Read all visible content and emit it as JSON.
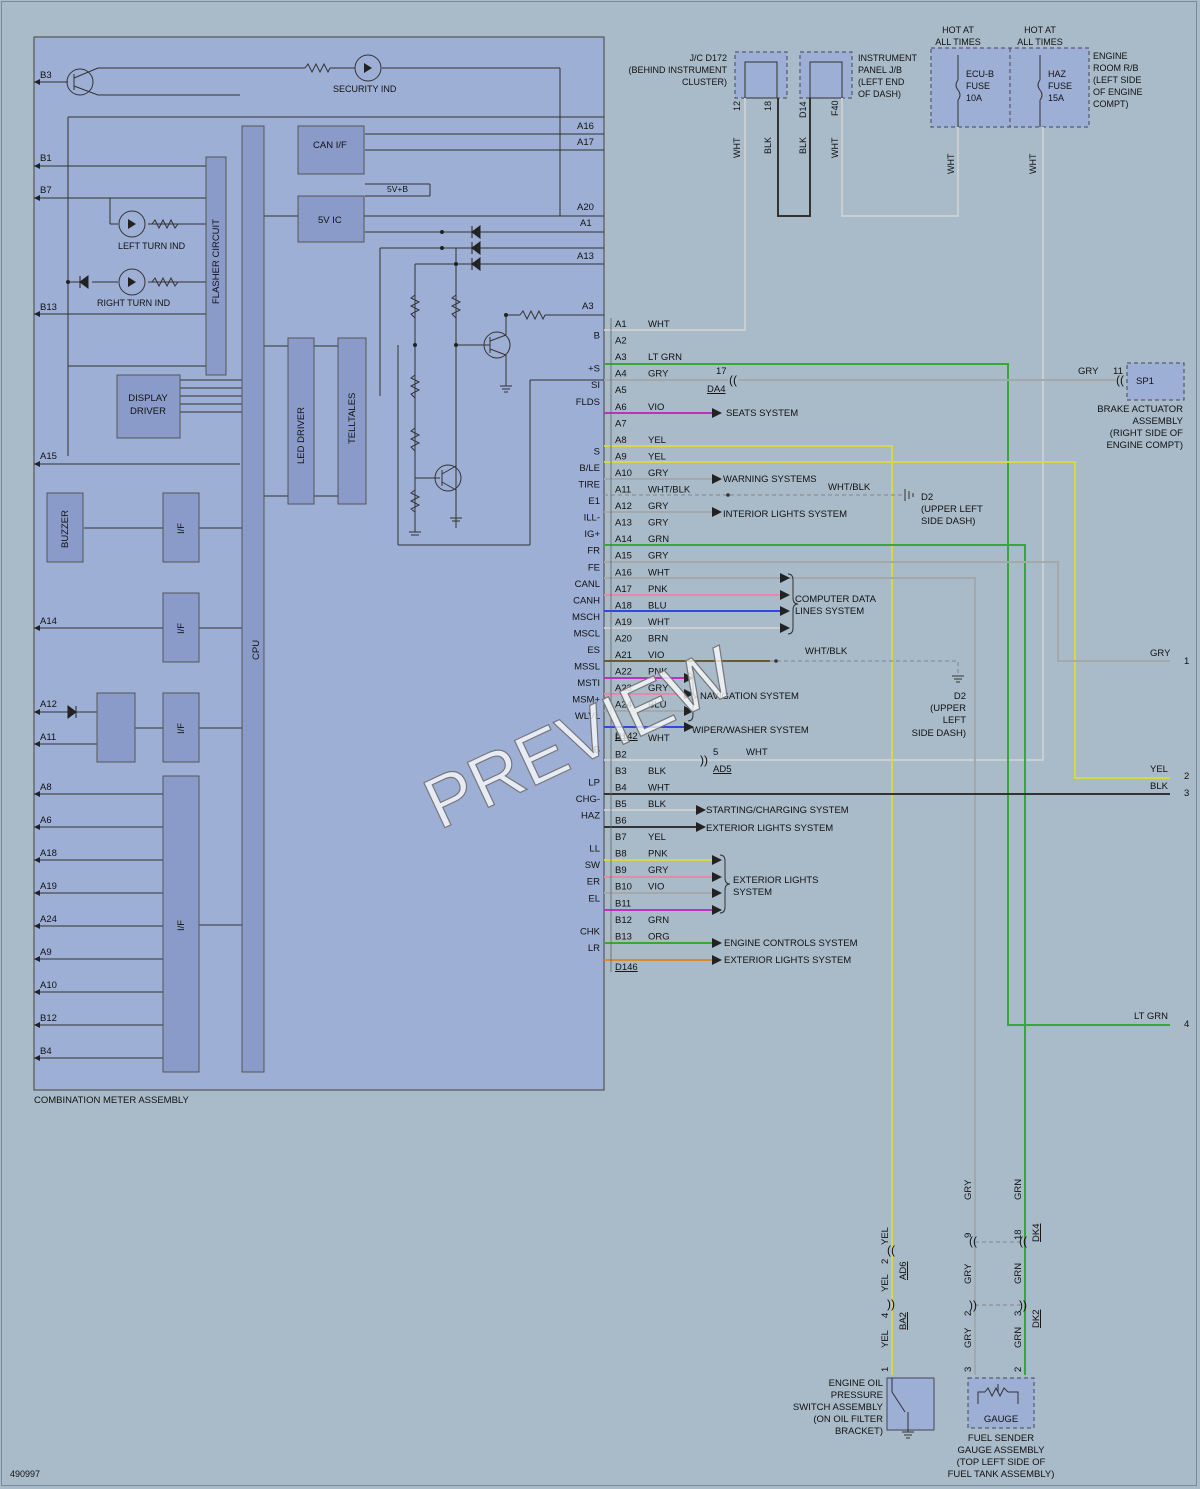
{
  "diagram_id": "490997",
  "watermark": "PREVIEW",
  "meter": {
    "title": "COMBINATION METER ASSEMBLY",
    "blocks": {
      "can_if": "CAN I/F",
      "ic_5v": "5V IC",
      "five_v_b": "5V+B",
      "flasher": "FLASHER CIRCUIT",
      "display_driver": "DISPLAY DRIVER",
      "led_driver": "LED DRIVER",
      "telltales": "TELLTALES",
      "buzzer": "BUZZER",
      "cpu": "CPU",
      "if": "I/F",
      "security": "SECURITY IND",
      "left_turn": "LEFT TURN IND",
      "right_turn": "RIGHT TURN IND"
    },
    "left_pins": [
      "B3",
      "B1",
      "B7",
      "B13",
      "A15",
      "A14",
      "A12",
      "A11",
      "A8",
      "A6",
      "A18",
      "A19",
      "A24",
      "A9",
      "A10",
      "B12",
      "B4"
    ],
    "top_internal_pins": [
      "A16",
      "A17",
      "A20",
      "A1",
      "A13",
      "A3"
    ]
  },
  "right_pins": [
    {
      "sig": "",
      "pin": "A1",
      "wire": "WHT",
      "dest": ""
    },
    {
      "sig": "B",
      "pin": "A2",
      "wire": "",
      "dest": ""
    },
    {
      "sig": "",
      "pin": "A3",
      "wire": "LT GRN",
      "dest": ""
    },
    {
      "sig": "+S",
      "pin": "A4",
      "wire": "GRY",
      "dest": ""
    },
    {
      "sig": "SI",
      "pin": "A5",
      "wire": "",
      "dest": ""
    },
    {
      "sig": "FLDS",
      "pin": "A6",
      "wire": "VIO",
      "dest": "SEATS SYSTEM"
    },
    {
      "sig": "",
      "pin": "A7",
      "wire": "",
      "dest": ""
    },
    {
      "sig": "",
      "pin": "A8",
      "wire": "YEL",
      "dest": ""
    },
    {
      "sig": "S",
      "pin": "A9",
      "wire": "YEL",
      "dest": ""
    },
    {
      "sig": "B/LE",
      "pin": "A10",
      "wire": "GRY",
      "dest": "WARNING SYSTEMS"
    },
    {
      "sig": "TIRE",
      "pin": "A11",
      "wire": "WHT/BLK",
      "dest": ""
    },
    {
      "sig": "E1",
      "pin": "A12",
      "wire": "GRY",
      "dest": "INTERIOR LIGHTS SYSTEM"
    },
    {
      "sig": "ILL-",
      "pin": "A13",
      "wire": "GRY",
      "dest": ""
    },
    {
      "sig": "IG+",
      "pin": "A14",
      "wire": "GRN",
      "dest": ""
    },
    {
      "sig": "FR",
      "pin": "A15",
      "wire": "GRY",
      "dest": ""
    },
    {
      "sig": "FE",
      "pin": "A16",
      "wire": "WHT",
      "dest": ""
    },
    {
      "sig": "CANL",
      "pin": "A17",
      "wire": "PNK",
      "dest": ""
    },
    {
      "sig": "CANH",
      "pin": "A18",
      "wire": "BLU",
      "dest": ""
    },
    {
      "sig": "MSCH",
      "pin": "A19",
      "wire": "WHT",
      "dest": ""
    },
    {
      "sig": "MSCL",
      "pin": "A20",
      "wire": "BRN",
      "dest": ""
    },
    {
      "sig": "ES",
      "pin": "A21",
      "wire": "VIO",
      "dest": ""
    },
    {
      "sig": "MSSL",
      "pin": "A22",
      "wire": "PNK",
      "dest": ""
    },
    {
      "sig": "MSTI",
      "pin": "A23",
      "wire": "GRY",
      "dest": "NAVIGATION SYSTEM"
    },
    {
      "sig": "MSM+",
      "pin": "A24",
      "wire": "BLU",
      "dest": ""
    },
    {
      "sig": "WLVL",
      "pin": "",
      "wire": "",
      "dest": "WIPER/WASHER SYSTEM"
    },
    {
      "sig": "",
      "pin": "B1",
      "wire": "WHT",
      "dest": ""
    },
    {
      "sig": "B",
      "pin": "B2",
      "wire": "",
      "dest": ""
    },
    {
      "sig": "",
      "pin": "B3",
      "wire": "BLK",
      "dest": ""
    },
    {
      "sig": "LP",
      "pin": "B4",
      "wire": "WHT",
      "dest": "STARTING/CHARGING SYSTEM"
    },
    {
      "sig": "CHG-",
      "pin": "B5",
      "wire": "BLK",
      "dest": "EXTERIOR LIGHTS SYSTEM"
    },
    {
      "sig": "HAZ",
      "pin": "B6",
      "wire": "",
      "dest": ""
    },
    {
      "sig": "",
      "pin": "B7",
      "wire": "YEL",
      "dest": ""
    },
    {
      "sig": "LL",
      "pin": "B8",
      "wire": "PNK",
      "dest": ""
    },
    {
      "sig": "SW",
      "pin": "B9",
      "wire": "GRY",
      "dest": ""
    },
    {
      "sig": "ER",
      "pin": "B10",
      "wire": "VIO",
      "dest": ""
    },
    {
      "sig": "EL",
      "pin": "B11",
      "wire": "",
      "dest": ""
    },
    {
      "sig": "",
      "pin": "B12",
      "wire": "GRN",
      "dest": "ENGINE CONTROLS SYSTEM"
    },
    {
      "sig": "CHK",
      "pin": "B13",
      "wire": "ORG",
      "dest": "EXTERIOR LIGHTS SYSTEM"
    },
    {
      "sig": "LR",
      "pin": "",
      "wire": "",
      "dest": ""
    }
  ],
  "connectors": {
    "d142": "D142",
    "d146": "D146",
    "da4": "DA4",
    "da4_pin": "17",
    "ad5": "AD5",
    "ad5_pin": "5",
    "ad5_wire": "WHT"
  },
  "grouped_labels": {
    "computer_data": "COMPUTER DATA LINES SYSTEM",
    "exterior_lights": "EXTERIOR LIGHTS SYSTEM"
  },
  "ground_points": [
    {
      "id": "D2",
      "desc": "(UPPER LEFT SIDE DASH)",
      "wire": "WHT/BLK"
    },
    {
      "id": "D2",
      "desc": "(UPPER LEFT SIDE DASH)",
      "wire": "WHT/BLK"
    }
  ],
  "top": {
    "jc": {
      "name": "J/C D172",
      "desc": "(BEHIND INSTRUMENT CLUSTER)",
      "pins": [
        "12",
        "18"
      ],
      "wires": [
        "WHT",
        "BLK"
      ]
    },
    "ipjb": {
      "name": "INSTRUMENT PANEL J/B",
      "desc": "(LEFT END OF DASH)",
      "pins": [
        "D14",
        "F40"
      ],
      "wires": [
        "BLK",
        "WHT"
      ]
    },
    "hot": "HOT AT ALL TIMES",
    "ecu_fuse": {
      "name": "ECU-B",
      "type": "FUSE",
      "rating": "10A",
      "wire": "WHT"
    },
    "haz_fuse": {
      "name": "HAZ",
      "type": "FUSE",
      "rating": "15A",
      "wire": "WHT"
    },
    "engine_rb": "ENGINE ROOM R/B (LEFT SIDE OF ENGINE COMPT)"
  },
  "brake_actuator": {
    "conn": "SP1",
    "pin": "11",
    "wire": "GRY",
    "name": "BRAKE ACTUATOR ASSEMBLY",
    "desc": "(RIGHT SIDE OF ENGINE COMPT)"
  },
  "right_edge_refs": [
    {
      "wire": "GRY",
      "num": "1"
    },
    {
      "wire": "YEL",
      "num": "2"
    },
    {
      "wire": "BLK",
      "num": "3"
    },
    {
      "wire": "LT GRN",
      "num": "4"
    }
  ],
  "bottom": {
    "yel_wire": "YEL",
    "gry_wire": "GRY",
    "grn_wire": "GRN",
    "ad6": {
      "name": "AD6",
      "pin": "2"
    },
    "ba2": {
      "name": "BA2",
      "pin": "4"
    },
    "dk4": {
      "name": "DK4",
      "pin_gry": "9",
      "pin_grn": "18"
    },
    "dk2": {
      "name": "DK2",
      "pin_gry": "2",
      "pin_grn": "3"
    },
    "oil_pin": "1",
    "fuel_pins": [
      "3",
      "2"
    ],
    "oil_switch": "ENGINE OIL PRESSURE SWITCH ASSEMBLY (ON OIL FILTER BRACKET)",
    "fuel_sender": "FUEL SENDER GAUGE ASSEMBLY (TOP LEFT SIDE OF FUEL TANK ASSEMBLY)",
    "gauge": "GAUGE"
  },
  "colors": {
    "background": "#a9bac9",
    "meter_fill": "#9eafd6",
    "wire_yel": "#d4d84a",
    "wire_grn": "#35a835",
    "wire_gry": "#a3a8ad",
    "wire_wht": "#c9ced3",
    "wire_blk": "#333333",
    "wire_vio": "#c030c0",
    "wire_pnk": "#e48aa8",
    "wire_blu": "#2e49e0",
    "wire_brn": "#6b5a2c",
    "wire_org": "#d98a2e"
  }
}
